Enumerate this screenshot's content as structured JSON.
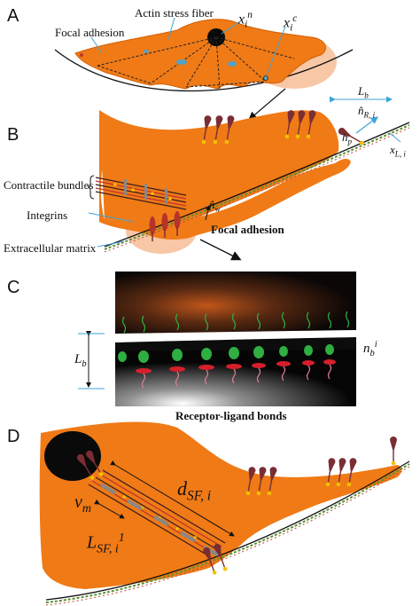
{
  "colors": {
    "cell": "#F07A16",
    "cell_edge": "#D25F05",
    "nucleus": "#0A0A0A",
    "receptor": "#7A2E34",
    "ligand": "#F2C200",
    "integrin": "#C0342B",
    "halo": "#F7C7A6",
    "ecm_green": "#5E8F34",
    "ecm_red": "#C0473A",
    "bond_green": "#2FAE41",
    "bond_red": "#D51F2B",
    "annot_blue": "#3EA3D8",
    "arrow": "#111111"
  },
  "panel_a": {
    "letter": "A",
    "focal_adhesion": "Focal adhesion",
    "actin_stress_fiber": "Actin stress fiber",
    "x_n_base": "x",
    "x_n_sub": "i",
    "x_n_sup": "n",
    "x_c_base": "x",
    "x_c_sub": "i",
    "x_c_sup": "c"
  },
  "panel_b": {
    "letter": "B",
    "contractile_bundles": "Contractile bundles",
    "integrins": "Integrins",
    "extracellular_matrix": "Extracellular matrix",
    "focal_adhesion": "Focal adhesion",
    "l_b_base": "L",
    "l_b_sub": "b",
    "n_r_base": "n̂",
    "n_r_sub": "R, i",
    "h_p_base": "h",
    "h_p_sub": "p",
    "x_l_base": "x",
    "x_l_sub": "L, i",
    "n_w_base": "n̂",
    "n_w_sub": "w"
  },
  "panel_c": {
    "letter": "C",
    "l_b_base": "L",
    "l_b_sub": "b",
    "n_b_base": "n",
    "n_b_sub": "b",
    "n_b_sup": "i",
    "caption": "Receptor-ligand bonds"
  },
  "panel_d": {
    "letter": "D",
    "d_sf_base": "d",
    "d_sf_sub": "SF, i",
    "v_m_base": "v",
    "v_m_sub": "m",
    "l_sf_base": "L",
    "l_sf_sub": "SF, i",
    "l_sf_sup": "1"
  }
}
